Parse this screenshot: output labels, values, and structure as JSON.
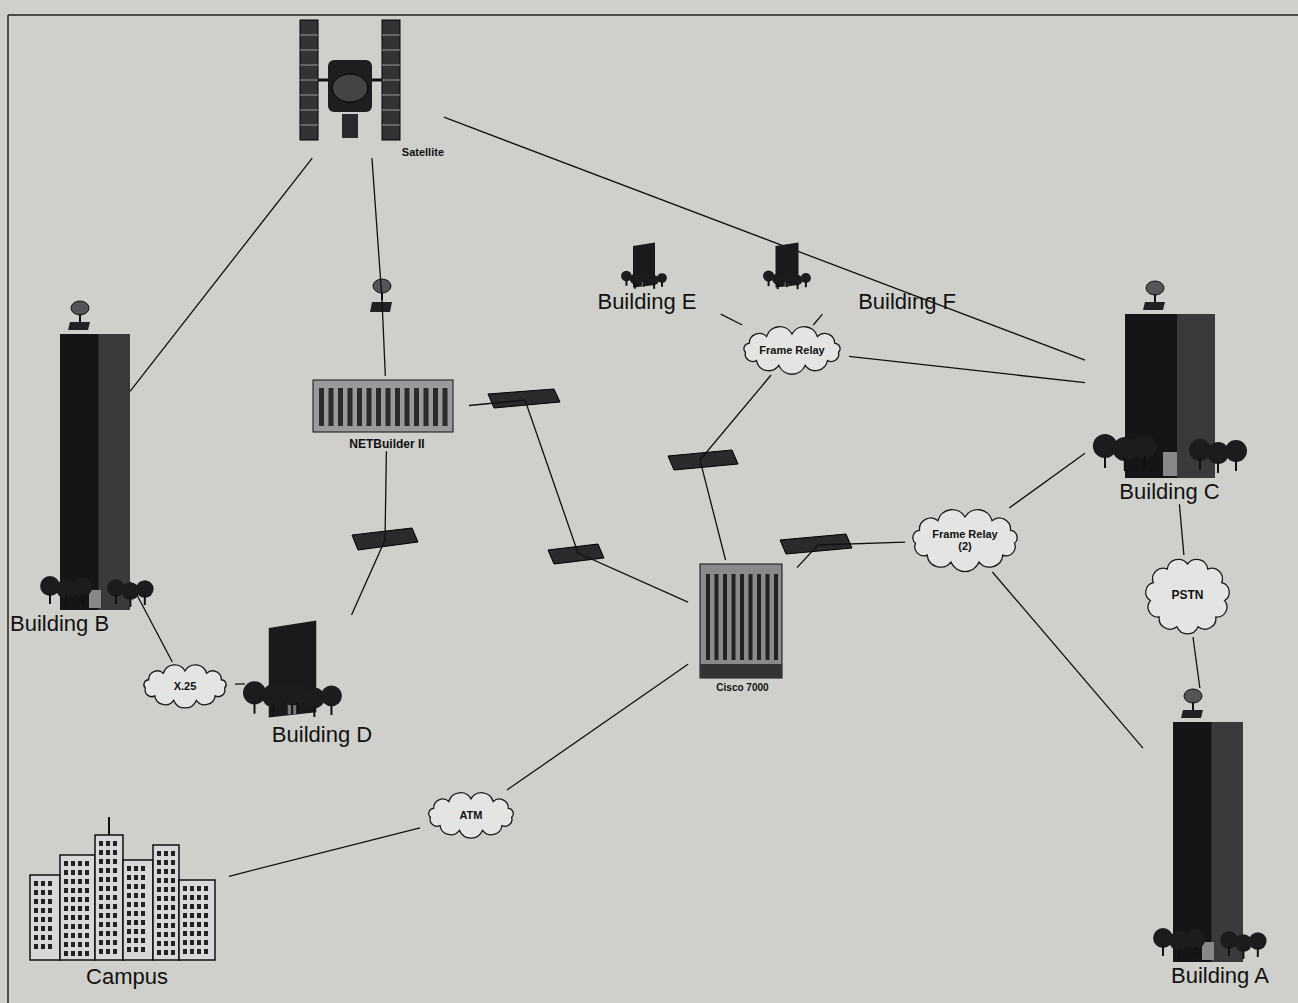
{
  "diagram": {
    "nodes": [
      {
        "text": [
          "Satellite"
        ]
      },
      {
        "text": [
          "Building B"
        ]
      },
      {
        "text": [
          "Building D"
        ]
      },
      {
        "text": [
          "Building E"
        ]
      },
      {
        "text": [
          "Building F"
        ]
      },
      {
        "text": [
          "NETBuilder II"
        ]
      },
      {
        "text": [
          "Cisco 7000"
        ]
      },
      {
        "text": [
          "Building C"
        ]
      },
      {
        "text": [
          "Building A"
        ]
      },
      {
        "text": [
          "Campus"
        ]
      },
      {
        "text": [
          "X.25"
        ]
      },
      {
        "text": [
          "Frame Relay"
        ]
      },
      {
        "text": [
          "Frame Relay (2)"
        ]
      },
      {
        "text": [
          "PSTN"
        ]
      },
      {
        "text": [
          "ATM"
        ]
      }
    ],
    "edges": [
      {
        "from": 0,
        "to": 1,
        "arrow": "none"
      },
      {
        "from": 0,
        "to": 5,
        "arrow": "none"
      },
      {
        "from": 0,
        "to": 7,
        "arrow": "none"
      },
      {
        "from": 5,
        "to": 6,
        "arrow": "none"
      },
      {
        "from": 5,
        "to": 2,
        "arrow": "none"
      },
      {
        "from": 1,
        "to": 10,
        "arrow": "none"
      },
      {
        "from": 10,
        "to": 2,
        "arrow": "none"
      },
      {
        "from": 3,
        "to": 11,
        "arrow": "none"
      },
      {
        "from": 4,
        "to": 11,
        "arrow": "none"
      },
      {
        "from": 11,
        "to": 6,
        "arrow": "none"
      },
      {
        "from": 11,
        "to": 7,
        "arrow": "none"
      },
      {
        "from": 12,
        "to": 6,
        "arrow": "none"
      },
      {
        "from": 12,
        "to": 7,
        "arrow": "none"
      },
      {
        "from": 12,
        "to": 8,
        "arrow": "none"
      },
      {
        "from": 7,
        "to": 13,
        "arrow": "none"
      },
      {
        "from": 13,
        "to": 8,
        "arrow": "none"
      },
      {
        "from": 6,
        "to": 14,
        "arrow": "none"
      },
      {
        "from": 14,
        "to": 9,
        "arrow": "none"
      }
    ]
  }
}
